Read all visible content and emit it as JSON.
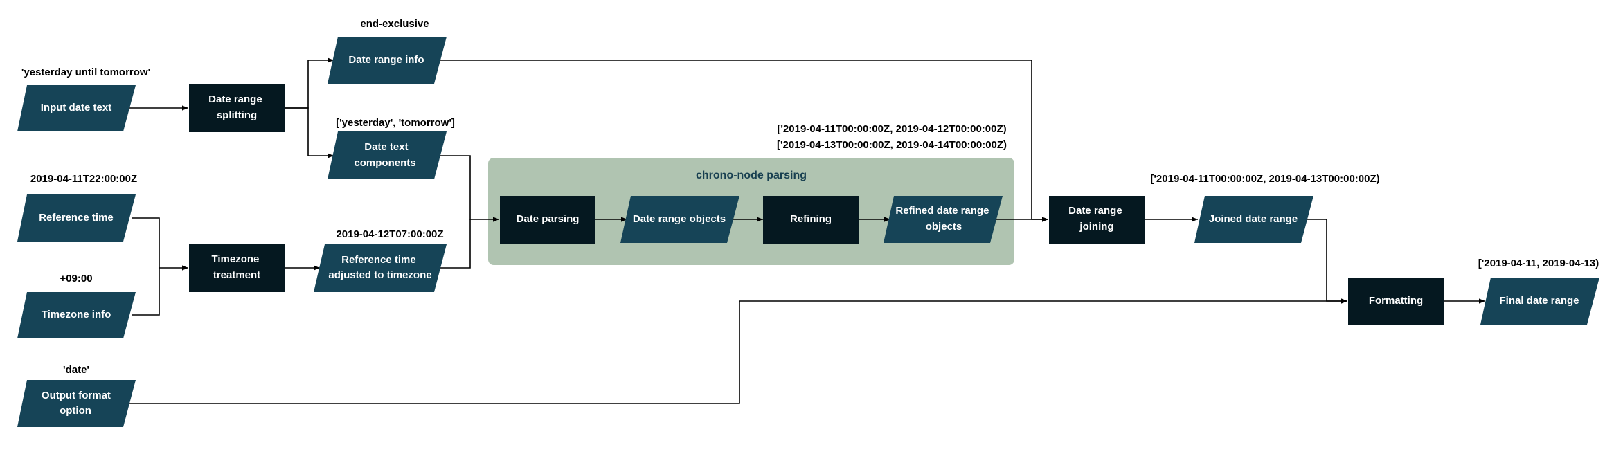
{
  "colors": {
    "io_fill": "#164457",
    "process_fill": "#051820",
    "group_fill": "#b0c4b1",
    "line": "#000000",
    "text_on_shape": "#ffffff"
  },
  "group": {
    "title": "chrono-node parsing"
  },
  "nodes": {
    "input_date_text": [
      "Input date text"
    ],
    "date_range_splitting": [
      "Date range",
      "splitting"
    ],
    "date_range_info": [
      "Date range info"
    ],
    "date_text_components": [
      "Date text",
      "components"
    ],
    "reference_time": [
      "Reference time"
    ],
    "timezone_info": [
      "Timezone info"
    ],
    "timezone_treatment": [
      "Timezone",
      "treatment"
    ],
    "ref_time_adjusted": [
      "Reference time",
      "adjusted to timezone"
    ],
    "output_format_option": [
      "Output format",
      "option"
    ],
    "date_parsing": [
      "Date parsing"
    ],
    "date_range_objects": [
      "Date range objects"
    ],
    "refining": [
      "Refining"
    ],
    "refined_objects": [
      "Refined date range",
      "objects"
    ],
    "date_range_joining": [
      "Date range",
      "joining"
    ],
    "joined_date_range": [
      "Joined date range"
    ],
    "formatting": [
      "Formatting"
    ],
    "final_date_range": [
      "Final date range"
    ]
  },
  "notes": {
    "input_date_text": "'yesterday until tomorrow'",
    "date_range_info": "end-exclusive",
    "date_text_components": "['yesterday', 'tomorrow']",
    "reference_time": "2019-04-11T22:00:00Z",
    "timezone_info": "+09:00",
    "ref_time_adjusted": "2019-04-12T07:00:00Z",
    "output_format_option": "'date'",
    "parsed_ranges_line1": "['2019-04-11T00:00:00Z, 2019-04-12T00:00:00Z)",
    "parsed_ranges_line2": "['2019-04-13T00:00:00Z, 2019-04-14T00:00:00Z)",
    "joined_date_range": "['2019-04-11T00:00:00Z, 2019-04-13T00:00:00Z)",
    "final_date_range": "['2019-04-11, 2019-04-13)"
  }
}
